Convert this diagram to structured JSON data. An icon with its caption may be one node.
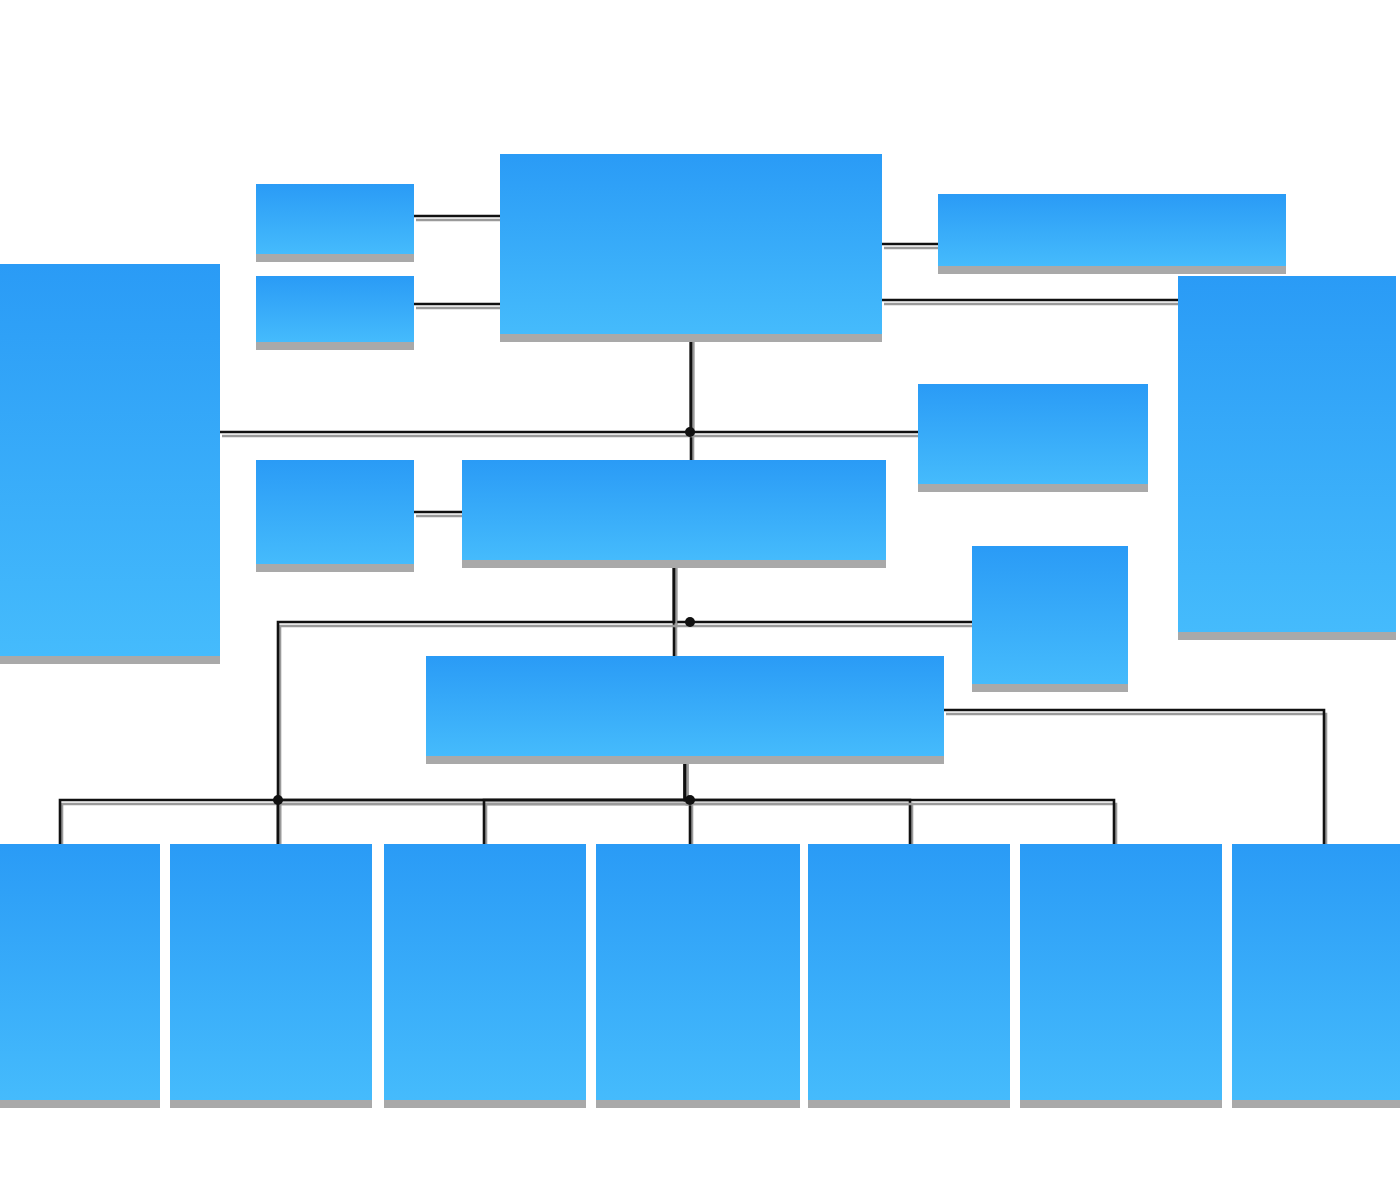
{
  "diagram": {
    "nodes": [
      {
        "text": [],
        "shape": "box"
      },
      {
        "text": [],
        "shape": "box"
      },
      {
        "text": [],
        "shape": "box"
      },
      {
        "text": [],
        "shape": "box"
      },
      {
        "text": [],
        "shape": "box"
      },
      {
        "text": [],
        "shape": "box"
      },
      {
        "text": [],
        "shape": "box"
      },
      {
        "text": [],
        "shape": "box"
      },
      {
        "text": [],
        "shape": "box"
      },
      {
        "text": [],
        "shape": "box"
      },
      {
        "text": [],
        "shape": "box"
      },
      {
        "text": [],
        "shape": "box"
      },
      {
        "text": [],
        "shape": "box"
      },
      {
        "text": [],
        "shape": "box"
      },
      {
        "text": [],
        "shape": "box"
      },
      {
        "text": [],
        "shape": "box"
      },
      {
        "text": [],
        "shape": "box"
      },
      {
        "text": [],
        "shape": "box"
      }
    ],
    "edges": [
      {
        "from": 0,
        "to": 1,
        "arrow": "none"
      },
      {
        "from": 3,
        "to": 1,
        "arrow": "none"
      },
      {
        "from": 1,
        "to": 2,
        "arrow": "none"
      },
      {
        "from": 1,
        "to": 5,
        "arrow": "none"
      },
      {
        "from": 1,
        "to": 8,
        "arrow": "none"
      },
      {
        "from": 1,
        "to": 4,
        "arrow": "none"
      },
      {
        "from": 1,
        "to": 6,
        "arrow": "none"
      },
      {
        "from": 7,
        "to": 8,
        "arrow": "none"
      },
      {
        "from": 8,
        "to": 10,
        "arrow": "none"
      },
      {
        "from": 8,
        "to": 9,
        "arrow": "none"
      },
      {
        "from": 8,
        "to": 12,
        "arrow": "none"
      },
      {
        "from": 10,
        "to": 11,
        "arrow": "none"
      },
      {
        "from": 10,
        "to": 12,
        "arrow": "none"
      },
      {
        "from": 10,
        "to": 13,
        "arrow": "none"
      },
      {
        "from": 10,
        "to": 14,
        "arrow": "none"
      },
      {
        "from": 10,
        "to": 15,
        "arrow": "none"
      },
      {
        "from": 10,
        "to": 16,
        "arrow": "none"
      },
      {
        "from": 10,
        "to": 17,
        "arrow": "none"
      }
    ]
  }
}
